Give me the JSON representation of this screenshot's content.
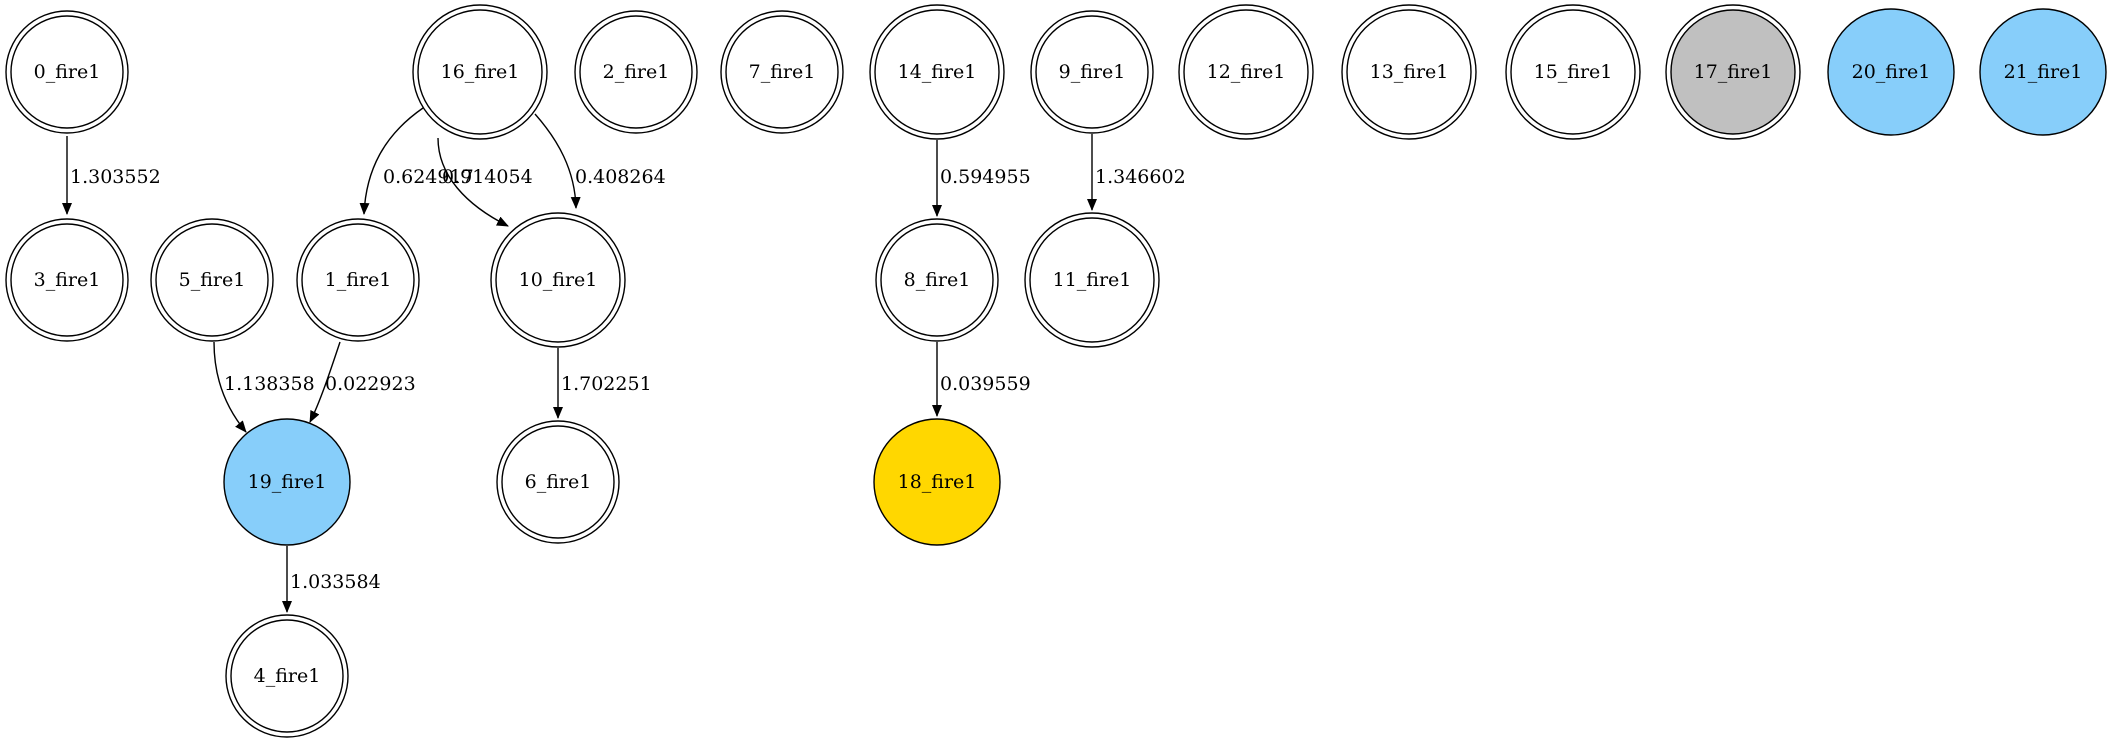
{
  "colors": {
    "default_fill": "#ffffff",
    "blue": "#87cefa",
    "gold": "#ffd700",
    "gray": "#c0c0c0",
    "stroke": "#000000"
  },
  "nodes": [
    {
      "id": "0_fire1",
      "label": "0_fire1",
      "fill": "#ffffff",
      "double": true
    },
    {
      "id": "3_fire1",
      "label": "3_fire1",
      "fill": "#ffffff",
      "double": true
    },
    {
      "id": "16_fire1",
      "label": "16_fire1",
      "fill": "#ffffff",
      "double": true
    },
    {
      "id": "1_fire1",
      "label": "1_fire1",
      "fill": "#ffffff",
      "double": true
    },
    {
      "id": "10_fire1",
      "label": "10_fire1",
      "fill": "#ffffff",
      "double": true
    },
    {
      "id": "5_fire1",
      "label": "5_fire1",
      "fill": "#ffffff",
      "double": true
    },
    {
      "id": "19_fire1",
      "label": "19_fire1",
      "fill": "#87cefa",
      "double": false
    },
    {
      "id": "4_fire1",
      "label": "4_fire1",
      "fill": "#ffffff",
      "double": true
    },
    {
      "id": "6_fire1",
      "label": "6_fire1",
      "fill": "#ffffff",
      "double": true
    },
    {
      "id": "2_fire1",
      "label": "2_fire1",
      "fill": "#ffffff",
      "double": true
    },
    {
      "id": "7_fire1",
      "label": "7_fire1",
      "fill": "#ffffff",
      "double": true
    },
    {
      "id": "14_fire1",
      "label": "14_fire1",
      "fill": "#ffffff",
      "double": true
    },
    {
      "id": "8_fire1",
      "label": "8_fire1",
      "fill": "#ffffff",
      "double": true
    },
    {
      "id": "18_fire1",
      "label": "18_fire1",
      "fill": "#ffd700",
      "double": false
    },
    {
      "id": "9_fire1",
      "label": "9_fire1",
      "fill": "#ffffff",
      "double": true
    },
    {
      "id": "11_fire1",
      "label": "11_fire1",
      "fill": "#ffffff",
      "double": true
    },
    {
      "id": "12_fire1",
      "label": "12_fire1",
      "fill": "#ffffff",
      "double": true
    },
    {
      "id": "13_fire1",
      "label": "13_fire1",
      "fill": "#ffffff",
      "double": true
    },
    {
      "id": "15_fire1",
      "label": "15_fire1",
      "fill": "#ffffff",
      "double": true
    },
    {
      "id": "17_fire1",
      "label": "17_fire1",
      "fill": "#c0c0c0",
      "double": true
    },
    {
      "id": "20_fire1",
      "label": "20_fire1",
      "fill": "#87cefa",
      "double": false
    },
    {
      "id": "21_fire1",
      "label": "21_fire1",
      "fill": "#87cefa",
      "double": false
    }
  ],
  "edges": [
    {
      "from": "0_fire1",
      "to": "3_fire1",
      "label": "1.303552"
    },
    {
      "from": "16_fire1",
      "to": "1_fire1",
      "label": "0.624917"
    },
    {
      "from": "16_fire1",
      "to": "10_fire1",
      "label": "0.914054"
    },
    {
      "from": "16_fire1",
      "to": "10_fire1",
      "label": "0.408264"
    },
    {
      "from": "5_fire1",
      "to": "19_fire1",
      "label": "1.138358"
    },
    {
      "from": "1_fire1",
      "to": "19_fire1",
      "label": "0.022923"
    },
    {
      "from": "19_fire1",
      "to": "4_fire1",
      "label": "1.033584"
    },
    {
      "from": "10_fire1",
      "to": "6_fire1",
      "label": "1.702251"
    },
    {
      "from": "14_fire1",
      "to": "8_fire1",
      "label": "0.594955"
    },
    {
      "from": "8_fire1",
      "to": "18_fire1",
      "label": "0.039559"
    },
    {
      "from": "9_fire1",
      "to": "11_fire1",
      "label": "1.346602"
    }
  ]
}
